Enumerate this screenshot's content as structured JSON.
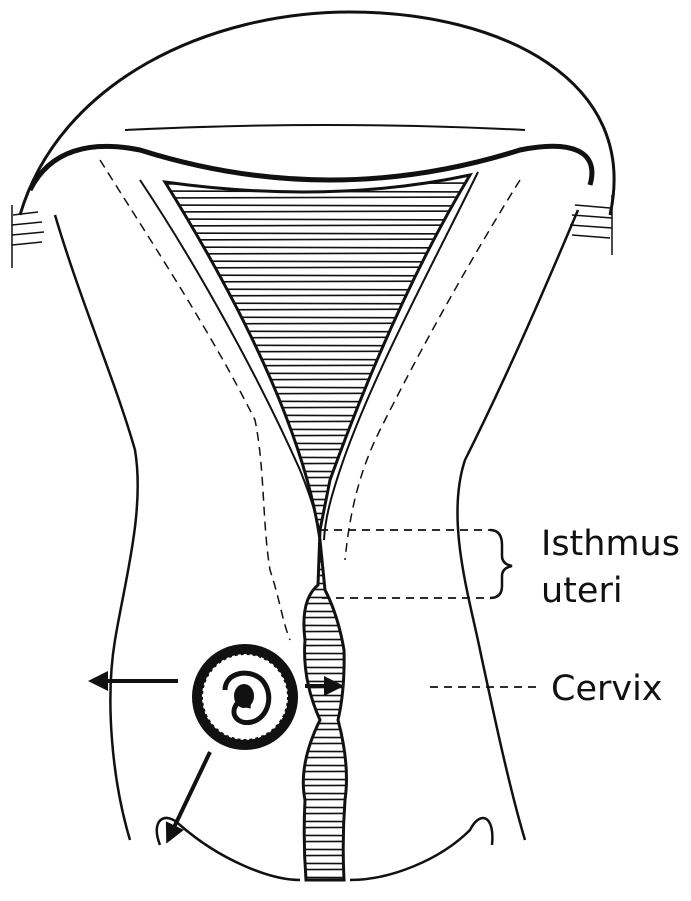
{
  "labels": {
    "isthmus_line1": "Isthmus",
    "isthmus_line2": "uteri",
    "cervix": "Cervix"
  },
  "colors": {
    "ink": "#111111",
    "paper": "#ffffff"
  }
}
